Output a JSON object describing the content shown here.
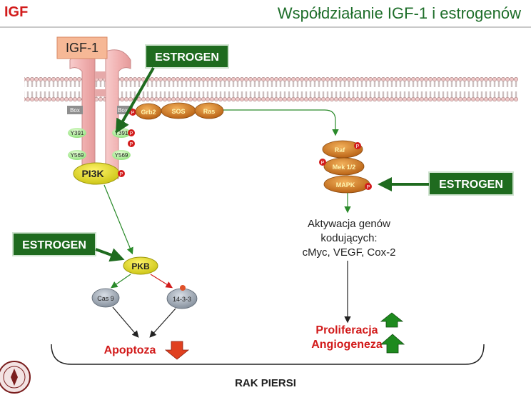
{
  "header": {
    "tag": "IGF",
    "title": "Współdziałanie IGF-1 i estrogenów"
  },
  "colors": {
    "tag_red": "#d21b1b",
    "title_green": "#1e6e2a",
    "estrogen_box": "#1f6b1f",
    "arrow_green": "#2a8a2a",
    "receptor_pink": "#f2b7b7",
    "node_orange": "#d87a1c",
    "pi3k_yellow": "#e6e21c",
    "phospho_red": "#d21b1b",
    "up_arrow": "#1e8a1e",
    "down_arrow": "#e04020"
  },
  "receptor": {
    "label": "IGF-1",
    "box_left": "Box",
    "box_right": "Box",
    "y391_left": "Y391",
    "y391_right": "Y391",
    "y569_left": "Y569",
    "y569_right": "Y569"
  },
  "estrogen_labels": {
    "top": "ESTROGEN",
    "left": "ESTROGEN",
    "right": "ESTROGEN"
  },
  "adapter_chain": [
    "Grb2",
    "SOS",
    "Ras"
  ],
  "mapk_cascade": [
    "Raf",
    "Mek 1/2",
    "MAPK"
  ],
  "phospho_mark": "P",
  "pi3k": "PI3K",
  "pkb": "PKB",
  "cas9": "Cas 9",
  "protein_1433": "14-3-3",
  "gene_activation": [
    "Aktywacja genów",
    "kodujących:",
    "cMyc, VEGF, Cox-2"
  ],
  "apoptosis": "Apoptoza",
  "outcomes": [
    "Proliferacja",
    "Angiogeneza"
  ],
  "footer": "RAK PIERSI"
}
